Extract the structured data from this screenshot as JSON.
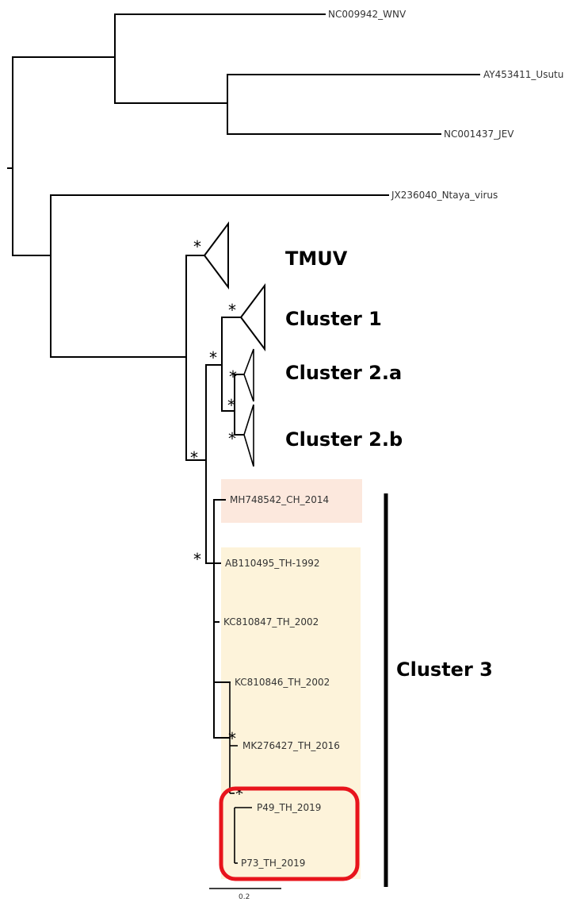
{
  "colors": {
    "branch": "#000000",
    "highlight_ch": "#fce8dd",
    "highlight_th": "#fdf3da",
    "selection_box": "#e8141c"
  },
  "tree": {
    "leaves": {
      "wnv": "NC009942_WNV",
      "usutu": "AY453411_Usutu",
      "jev": "NC001437_JEV",
      "ntaya": "JX236040_Ntaya_virus",
      "mh748542": "MH748542_CH_2014",
      "ab110495": "AB110495_TH-1992",
      "kc810847": "KC810847_TH_2002",
      "kc810846": "KC810846_TH_2002",
      "mk276427": "MK276427_TH_2016",
      "p49": "P49_TH_2019",
      "p73": "P73_TH_2019"
    },
    "groups": {
      "tmuv": "TMUV",
      "cluster1": "Cluster 1",
      "cluster2a": "Cluster 2.a",
      "cluster2b": "Cluster 2.b",
      "cluster3": "Cluster 3"
    },
    "support_marker": "*",
    "scale_bar_label": "0.2"
  }
}
